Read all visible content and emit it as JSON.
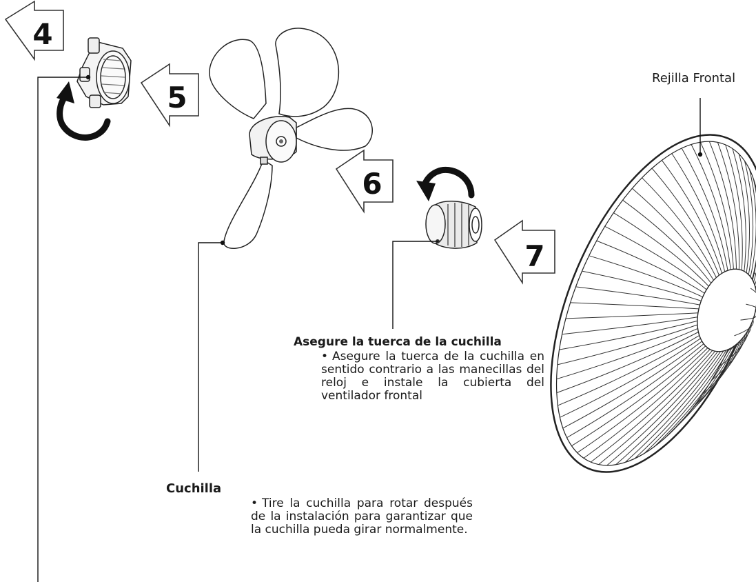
{
  "steps": [
    "4",
    "5",
    "6",
    "7"
  ],
  "labels": {
    "front_grille": "Rejilla Frontal",
    "blade_nut_heading": "Asegure la tuerca de la cuchilla",
    "blade_nut_body": "Asegure la tuerca de la cuchilla en sentido contrario a las manecillas del reloj e instale la cubierta del ventilador frontal",
    "blade_heading": "Cuchilla",
    "blade_body": "Tire la cuchilla para rotar después de la instalación para garantizar que la cuchilla pueda girar normalmente."
  },
  "bullet": "•",
  "colors": {
    "line": "#1a1a1a",
    "fill": "#ffffff"
  }
}
